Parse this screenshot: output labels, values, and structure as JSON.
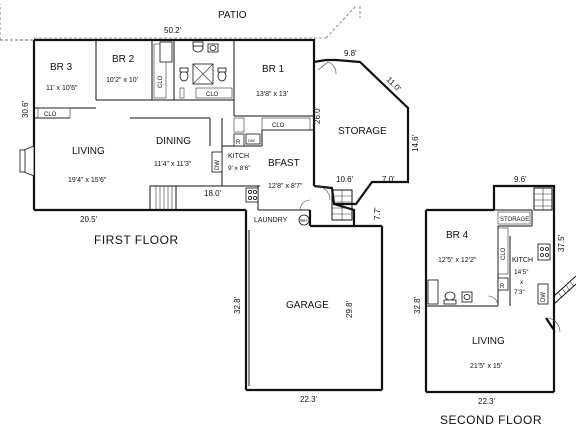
{
  "first_floor": {
    "caption": "FIRST FLOOR",
    "patio": "PATIO",
    "dims": {
      "top_width": "50.2'",
      "left_depth": "30.6'",
      "bottom_left": "20.5'",
      "bottom_mid": "18.0'",
      "storage_top": "9.8'",
      "storage_right_top": "11.0'",
      "storage_right": "14.6'",
      "storage_bottom": "7.0'",
      "br1_right": "26.0'",
      "bfast_right": "10.6'",
      "laundry_step": "7.7'",
      "garage_left": "32.8'",
      "garage_right": "29.8'",
      "garage_bottom": "22.3'"
    },
    "rooms": {
      "br3": {
        "name": "BR 3",
        "size": "11' x 10'6\""
      },
      "br2": {
        "name": "BR 2",
        "size": "10'2\" x 10'"
      },
      "br1": {
        "name": "BR 1",
        "size": "13'8\" x 13'"
      },
      "living": {
        "name": "LIVING",
        "size": "19'4\" x 15'6\""
      },
      "dining": {
        "name": "DINING",
        "size": "11'4\" x 11'3\""
      },
      "kitch": {
        "name": "KITCH",
        "size": "9' x 8'6\""
      },
      "bfast": {
        "name": "BFAST",
        "size": "12'8\" x 8'7\""
      },
      "storage": {
        "name": "STORAGE"
      },
      "garage": {
        "name": "GARAGE"
      },
      "laundry": {
        "name": "LAUNDRY"
      }
    },
    "fixtures": {
      "clo": "CLO",
      "dw": "DW",
      "r": "R",
      "wh": "WH"
    }
  },
  "second_floor": {
    "caption": "SECOND FLOOR",
    "dims": {
      "top": "9.6'",
      "right": "37.5'",
      "left": "32.8'",
      "bottom": "22.3'"
    },
    "rooms": {
      "br4": {
        "name": "BR 4",
        "size": "12'5\" x 12'2\""
      },
      "kitch": {
        "name": "KITCH",
        "size_w": "14'5\"",
        "size_x": "x",
        "size_h": "7'3\""
      },
      "storage": {
        "name": "STORAGE"
      },
      "living": {
        "name": "LIVING",
        "size": "21'5\" x 15'"
      }
    },
    "fixtures": {
      "clo": "CLO",
      "dw": "DW",
      "r": "R"
    }
  }
}
